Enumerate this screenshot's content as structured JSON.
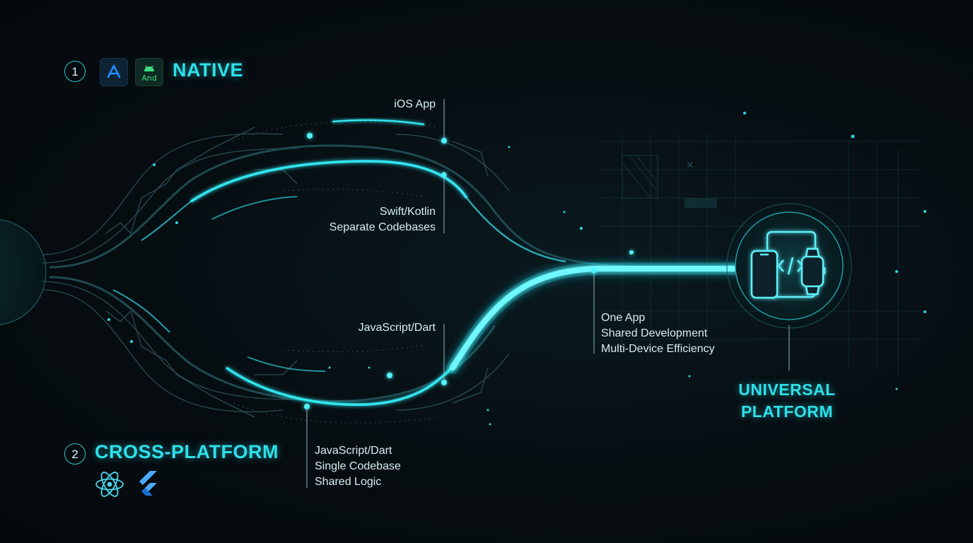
{
  "native": {
    "number": "1",
    "title": "NATIVE",
    "icons": [
      "app-store-icon",
      "android-icon"
    ],
    "android_badge": "And"
  },
  "cross_platform": {
    "number": "2",
    "title": "CROSS-PLATFORM",
    "icons": [
      "react-icon",
      "flutter-icon"
    ]
  },
  "universal": {
    "title_line1": "UNIVERSAL",
    "title_line2": "PLATFORM",
    "icons": [
      "phone-icon",
      "tablet-code-icon",
      "watch-icon"
    ]
  },
  "labels": {
    "ios_app": "iOS App",
    "swift_kotlin": "Swift/Kotlin",
    "separate_codebases": "Separate Codebases",
    "js_dart_mid": "JavaScript/Dart",
    "js_dart_bottom": "JavaScript/Dart",
    "single_codebase": "Single Codebase",
    "shared_logic": "Shared Logic",
    "one_app": "One App",
    "shared_development": "Shared Development",
    "multi_device": "Multi-Device Efficiency"
  },
  "colors": {
    "accent": "#2de0ea",
    "glow": "#19f0ff",
    "background": "#060d11",
    "app_store_blue": "#1f8bff",
    "android_green": "#3ddc84",
    "flutter_blue": "#4aa8ff"
  }
}
